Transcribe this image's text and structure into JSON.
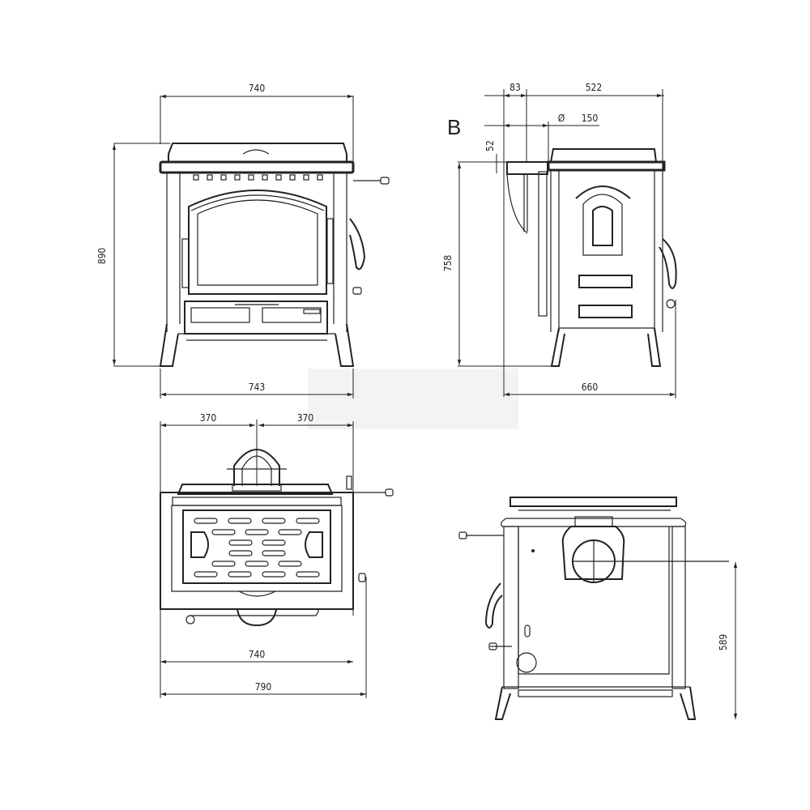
{
  "diagram": {
    "type": "technical-drawing",
    "subject": "cast iron wood-burning stove",
    "units": "mm",
    "views": [
      {
        "name": "front-view",
        "dimensions": {
          "top_width": "740",
          "height": "890",
          "base_width": "743"
        }
      },
      {
        "name": "side-view",
        "label": "B",
        "dimensions": {
          "flue_offset": "83",
          "body_depth_top": "522",
          "flue_diameter_symbol": "Ø",
          "flue_diameter": "150",
          "flue_height_offset": "52",
          "flue_height": "758",
          "total_depth": "660"
        }
      },
      {
        "name": "top-view",
        "dimensions": {
          "left_half": "370",
          "right_half": "370",
          "body_width": "740",
          "total_width": "790"
        }
      },
      {
        "name": "rear-view",
        "dimensions": {
          "flue_center_height": "589"
        }
      }
    ]
  },
  "front": {
    "w_top": "740",
    "h": "890",
    "w_base": "743"
  },
  "side": {
    "label": "B",
    "d83": "83",
    "d522": "522",
    "phi": "Ø",
    "d150": "150",
    "d52": "52",
    "d758": "758",
    "d660": "660"
  },
  "top": {
    "d370a": "370",
    "d370b": "370",
    "d740": "740",
    "d790": "790"
  },
  "rear": {
    "d589": "589"
  }
}
